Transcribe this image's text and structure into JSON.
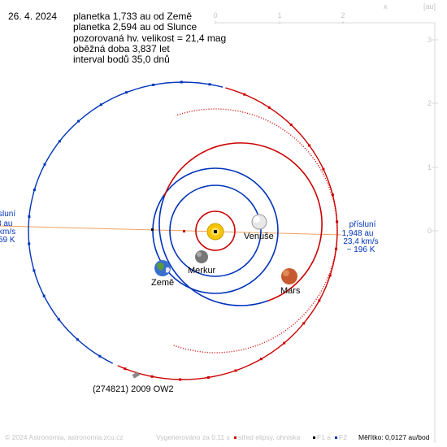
{
  "header": {
    "date": "26. 4. 2024",
    "lines": [
      "planetka 1,733 au od Země",
      "planetka 2,594 au od Slunce",
      "pozorovaná hv. velikost = 21,4 mag",
      "oběžná doba 3,837 let",
      "interval bodů 35,0 dnů"
    ]
  },
  "axes": {
    "x_label": "x",
    "y_label": "[au]",
    "x_ticks": [
      "0",
      "1",
      "2"
    ],
    "y_ticks": [
      "3",
      "2",
      "1",
      "0"
    ]
  },
  "bodies": {
    "earth": "Země",
    "mercury": "Merkur",
    "venus": "Venuše",
    "mars": "Mars",
    "asteroid": "(274821) 2009 OW2"
  },
  "perihelion": {
    "title": "přísluní",
    "distance": "1,948 au",
    "speed": "23,4 km/s",
    "temperature": "~ 196 K"
  },
  "aphelion_partial": {
    "line1": "sluní",
    "line2": "3 au",
    "line3": "km/s",
    "line4": "59 K"
  },
  "footer": {
    "copyright": "© 2024 Astronomia, astronomia.zcu.cz",
    "generated": "Vygenerováno za 0,11 s",
    "legend_center": "střed elipsy, ohniska",
    "legend_f1": "F1 a",
    "legend_f2": "F2",
    "scale": "Měřítko: 0,0127 au/bod"
  },
  "colors": {
    "orbit_blue": "#0033bb",
    "orbit_red": "#cc0000",
    "apsis_line": "#f0a060",
    "sun": "#f6c500",
    "grid_gray": "#cfcfcf"
  }
}
